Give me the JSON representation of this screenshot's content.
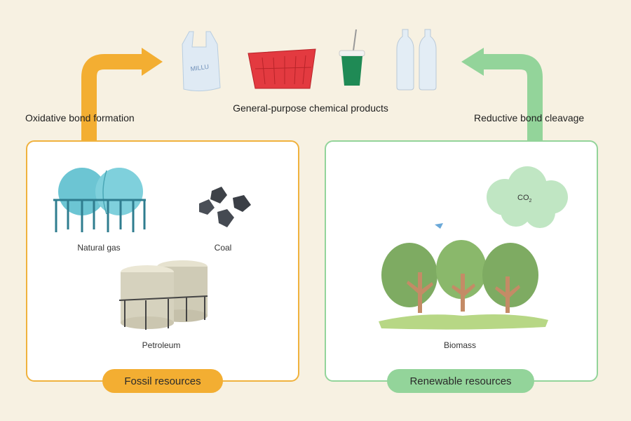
{
  "title": "General-purpose chemical products",
  "left_flow_label": "Oxidative bond formation",
  "right_flow_label": "Reductive bond cleavage",
  "fossil": {
    "badge": "Fossil resources",
    "items": {
      "natural_gas": "Natural gas",
      "coal": "Coal",
      "petroleum": "Petroleum"
    }
  },
  "renewable": {
    "badge": "Renewable resources",
    "items": {
      "biomass": "Biomass",
      "co2_main": "CO",
      "co2_sub": "2"
    }
  },
  "products": {
    "bag_text": "MILLU"
  },
  "colors": {
    "fossil": "#f3ae32",
    "renewable": "#93d49a",
    "background": "#f7f1e2"
  }
}
